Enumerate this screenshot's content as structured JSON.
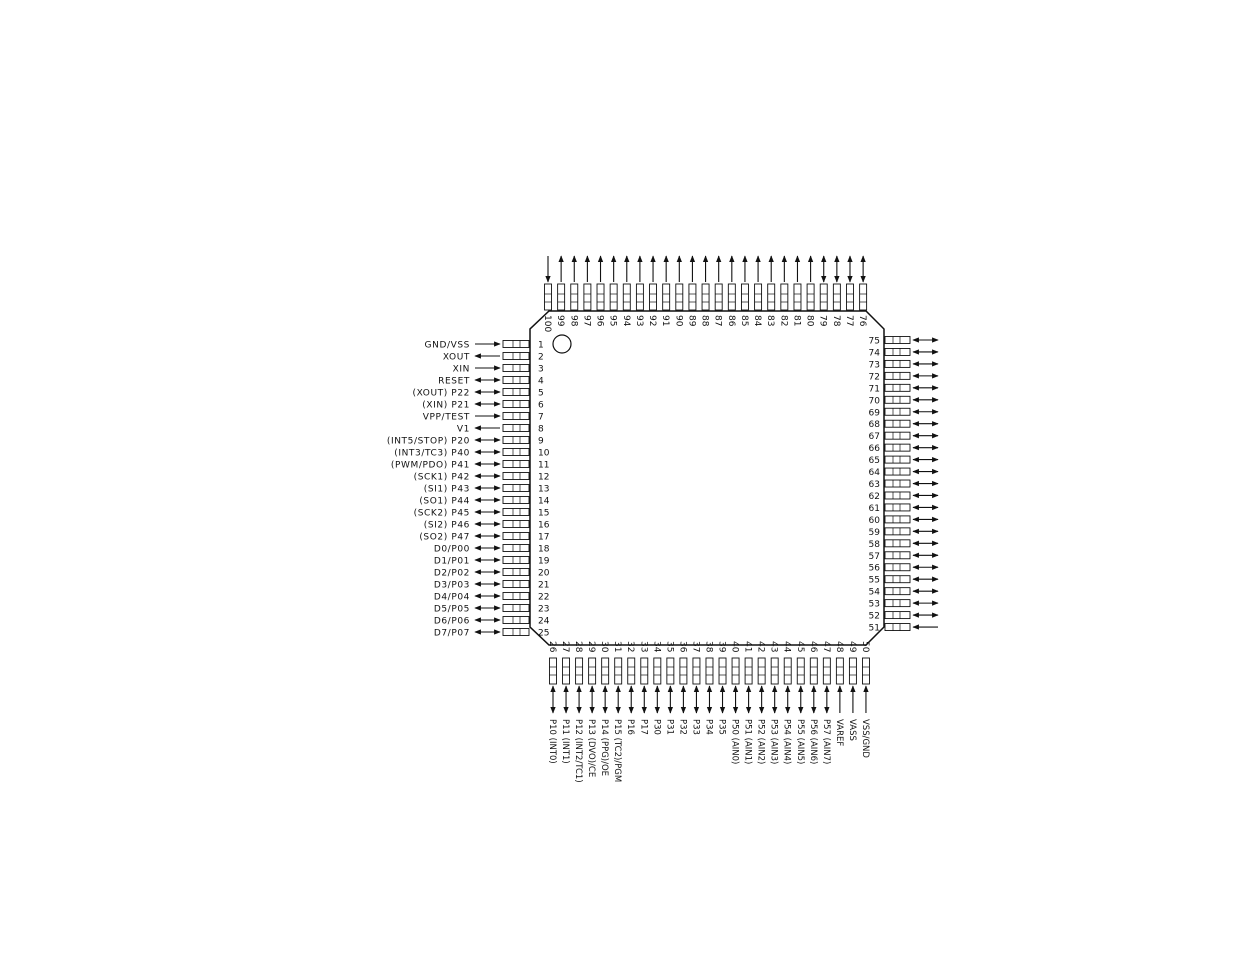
{
  "package": {
    "pins_left": [
      {
        "num": "1",
        "label": "GND/VSS",
        "dir": "in"
      },
      {
        "num": "2",
        "label": "XOUT",
        "dir": "out"
      },
      {
        "num": "3",
        "label": "XIN",
        "dir": "in"
      },
      {
        "num": "4",
        "label": "RESET",
        "dir": "bi"
      },
      {
        "num": "5",
        "label": "(XOUT) P22",
        "dir": "bi"
      },
      {
        "num": "6",
        "label": "(XIN) P21",
        "dir": "bi"
      },
      {
        "num": "7",
        "label": "VPP/TEST",
        "dir": "in"
      },
      {
        "num": "8",
        "label": "V1",
        "dir": "out"
      },
      {
        "num": "9",
        "label": "(INT5/STOP) P20",
        "dir": "bi"
      },
      {
        "num": "10",
        "label": "(INT3/TC3) P40",
        "dir": "bi"
      },
      {
        "num": "11",
        "label": "(PWM/PDO) P41",
        "dir": "bi"
      },
      {
        "num": "12",
        "label": "(SCK1) P42",
        "dir": "bi"
      },
      {
        "num": "13",
        "label": "(SI1) P43",
        "dir": "bi"
      },
      {
        "num": "14",
        "label": "(SO1) P44",
        "dir": "bi"
      },
      {
        "num": "15",
        "label": "(SCK2) P45",
        "dir": "bi"
      },
      {
        "num": "16",
        "label": "(SI2) P46",
        "dir": "bi"
      },
      {
        "num": "17",
        "label": "(SO2) P47",
        "dir": "bi"
      },
      {
        "num": "18",
        "label": "D0/P00",
        "dir": "bi"
      },
      {
        "num": "19",
        "label": "D1/P01",
        "dir": "bi"
      },
      {
        "num": "20",
        "label": "D2/P02",
        "dir": "bi"
      },
      {
        "num": "21",
        "label": "D3/P03",
        "dir": "bi"
      },
      {
        "num": "22",
        "label": "D4/P04",
        "dir": "bi"
      },
      {
        "num": "23",
        "label": "D5/P05",
        "dir": "bi"
      },
      {
        "num": "24",
        "label": "D6/P06",
        "dir": "bi"
      },
      {
        "num": "25",
        "label": "D7/P07",
        "dir": "bi"
      }
    ],
    "pins_bottom": [
      {
        "num": "26",
        "label": "P10 (INT0)",
        "dir": "bi"
      },
      {
        "num": "27",
        "label": "P11 (INT1)",
        "dir": "bi"
      },
      {
        "num": "28",
        "label": "P12 (INT2/TC1)",
        "dir": "bi"
      },
      {
        "num": "29",
        "label": "P13 (DVO)/CE",
        "dir": "bi"
      },
      {
        "num": "30",
        "label": "P14 (PPG)/OE",
        "dir": "bi"
      },
      {
        "num": "31",
        "label": "P15 (TC2)/PGM",
        "dir": "bi"
      },
      {
        "num": "32",
        "label": "P16",
        "dir": "bi"
      },
      {
        "num": "33",
        "label": "P17",
        "dir": "bi"
      },
      {
        "num": "34",
        "label": "P30",
        "dir": "bi"
      },
      {
        "num": "35",
        "label": "P31",
        "dir": "bi"
      },
      {
        "num": "36",
        "label": "P32",
        "dir": "bi"
      },
      {
        "num": "37",
        "label": "P33",
        "dir": "bi"
      },
      {
        "num": "38",
        "label": "P34",
        "dir": "bi"
      },
      {
        "num": "39",
        "label": "P35",
        "dir": "bi"
      },
      {
        "num": "40",
        "label": "P50 (AIN0)",
        "dir": "bi"
      },
      {
        "num": "41",
        "label": "P51 (AIN1)",
        "dir": "bi"
      },
      {
        "num": "42",
        "label": "P52 (AIN2)",
        "dir": "bi"
      },
      {
        "num": "43",
        "label": "P53 (AIN3)",
        "dir": "bi"
      },
      {
        "num": "44",
        "label": "P54 (AIN4)",
        "dir": "bi"
      },
      {
        "num": "45",
        "label": "P55 (AIN5)",
        "dir": "bi"
      },
      {
        "num": "46",
        "label": "P56 (AIN6)",
        "dir": "bi"
      },
      {
        "num": "47",
        "label": "P57 (AIN7)",
        "dir": "bi"
      },
      {
        "num": "48",
        "label": "VAREF",
        "dir": "in"
      },
      {
        "num": "49",
        "label": "VASS",
        "dir": "in"
      },
      {
        "num": "50",
        "label": "VSS/GND",
        "dir": "in"
      }
    ],
    "pins_right": [
      {
        "num": "75",
        "dir": "bi"
      },
      {
        "num": "74",
        "dir": "bi"
      },
      {
        "num": "73",
        "dir": "bi"
      },
      {
        "num": "72",
        "dir": "bi"
      },
      {
        "num": "71",
        "dir": "bi"
      },
      {
        "num": "70",
        "dir": "bi"
      },
      {
        "num": "69",
        "dir": "bi"
      },
      {
        "num": "68",
        "dir": "bi"
      },
      {
        "num": "67",
        "dir": "bi"
      },
      {
        "num": "66",
        "dir": "bi"
      },
      {
        "num": "65",
        "dir": "bi"
      },
      {
        "num": "64",
        "dir": "bi"
      },
      {
        "num": "63",
        "dir": "bi"
      },
      {
        "num": "62",
        "dir": "bi"
      },
      {
        "num": "61",
        "dir": "bi"
      },
      {
        "num": "60",
        "dir": "bi"
      },
      {
        "num": "59",
        "dir": "bi"
      },
      {
        "num": "58",
        "dir": "bi"
      },
      {
        "num": "57",
        "dir": "bi"
      },
      {
        "num": "56",
        "dir": "bi"
      },
      {
        "num": "55",
        "dir": "bi"
      },
      {
        "num": "54",
        "dir": "bi"
      },
      {
        "num": "53",
        "dir": "bi"
      },
      {
        "num": "52",
        "dir": "bi"
      },
      {
        "num": "51",
        "dir": "in"
      }
    ],
    "pins_top": [
      {
        "num": "100",
        "dir": "in"
      },
      {
        "num": "99",
        "dir": "out"
      },
      {
        "num": "98",
        "dir": "out"
      },
      {
        "num": "97",
        "dir": "out"
      },
      {
        "num": "96",
        "dir": "out"
      },
      {
        "num": "95",
        "dir": "out"
      },
      {
        "num": "94",
        "dir": "out"
      },
      {
        "num": "93",
        "dir": "out"
      },
      {
        "num": "92",
        "dir": "out"
      },
      {
        "num": "91",
        "dir": "out"
      },
      {
        "num": "90",
        "dir": "out"
      },
      {
        "num": "89",
        "dir": "out"
      },
      {
        "num": "88",
        "dir": "out"
      },
      {
        "num": "87",
        "dir": "out"
      },
      {
        "num": "86",
        "dir": "out"
      },
      {
        "num": "85",
        "dir": "out"
      },
      {
        "num": "84",
        "dir": "out"
      },
      {
        "num": "83",
        "dir": "out"
      },
      {
        "num": "82",
        "dir": "out"
      },
      {
        "num": "81",
        "dir": "out"
      },
      {
        "num": "80",
        "dir": "out"
      },
      {
        "num": "79",
        "dir": "bi"
      },
      {
        "num": "78",
        "dir": "bi"
      },
      {
        "num": "77",
        "dir": "bi"
      },
      {
        "num": "76",
        "dir": "bi"
      }
    ]
  }
}
